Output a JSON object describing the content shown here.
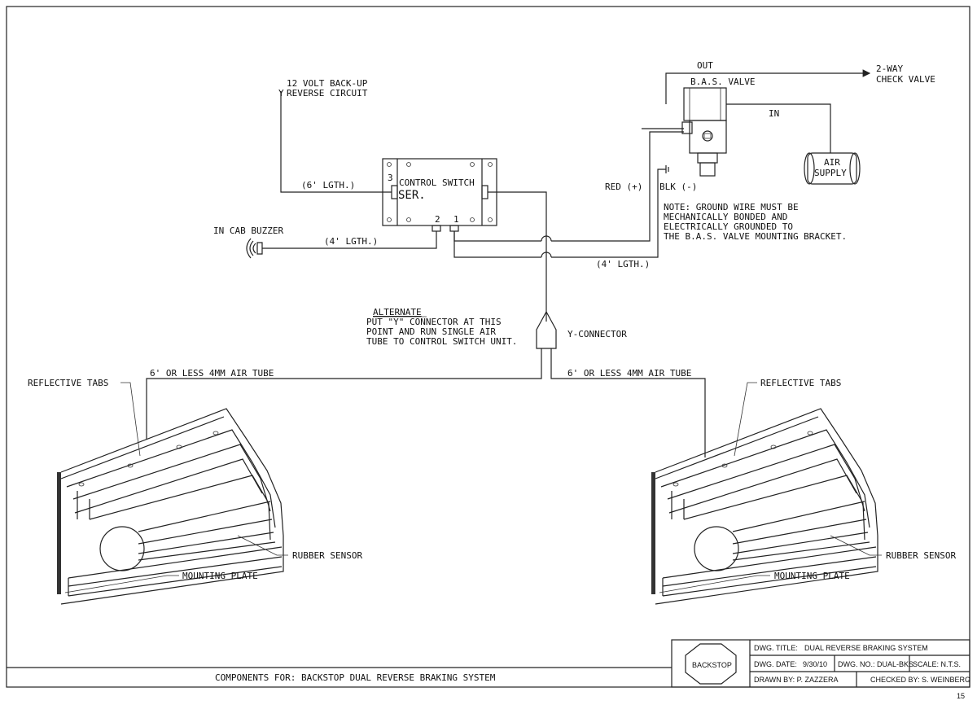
{
  "labels": {
    "circuit_1": "12 VOLT BACK-UP",
    "circuit_2": "REVERSE CIRCUIT",
    "lgth_6": "(6' LGTH.)",
    "lgth_4_buzzer": "(4' LGTH.)",
    "lgth_4_valve": "(4' LGTH.)",
    "control_switch": "CONTROL SWITCH",
    "ser": "SER.",
    "terminal_3": "3",
    "terminal_2": "2",
    "terminal_1": "1",
    "in_cab_buzzer": "IN CAB BUZZER",
    "out": "OUT",
    "in": "IN",
    "bas_valve": "B.A.S. VALVE",
    "check_valve_1": "2-WAY",
    "check_valve_2": "CHECK VALVE",
    "air_supply_1": "AIR",
    "air_supply_2": "SUPPLY",
    "red": "RED (+)",
    "blk": "BLK (-)",
    "note_1": "NOTE: GROUND WIRE MUST BE",
    "note_2": "MECHANICALLY BONDED AND",
    "note_3": "ELECTRICALLY GROUNDED TO",
    "note_4": "THE B.A.S. VALVE MOUNTING BRACKET.",
    "alternate": "ALTERNATE",
    "alt_1": "PUT \"Y\" CONNECTOR AT THIS",
    "alt_2": "POINT AND RUN SINGLE AIR",
    "alt_3": "TUBE TO CONTROL SWITCH UNIT.",
    "y_connector": "Y-CONNECTOR",
    "air_tube_left": "6' OR LESS 4MM AIR TUBE",
    "air_tube_right": "6' OR LESS 4MM AIR TUBE",
    "reflective_left": "REFLECTIVE TABS",
    "reflective_right": "REFLECTIVE TABS",
    "rubber_left": "RUBBER SENSOR",
    "rubber_right": "RUBBER SENSOR",
    "mounting_left": "MOUNTING PLATE",
    "mounting_right": "MOUNTING PLATE"
  },
  "title_block": {
    "components": "COMPONENTS FOR: BACKSTOP DUAL REVERSE BRAKING SYSTEM",
    "logo": "BACKSTOP",
    "dwg_title_label": "DWG. TITLE:",
    "dwg_title": "DUAL REVERSE BRAKING SYSTEM",
    "dwg_date_label": "DWG. DATE:",
    "dwg_date": "9/30/10",
    "dwg_no": "DWG. NO.: DUAL-BKS",
    "scale": "SCALE: N.T.S.",
    "drawn_by": "DRAWN BY: P. ZAZZERA",
    "checked_by": "CHECKED BY: S. WEINBERG",
    "page": "15"
  }
}
